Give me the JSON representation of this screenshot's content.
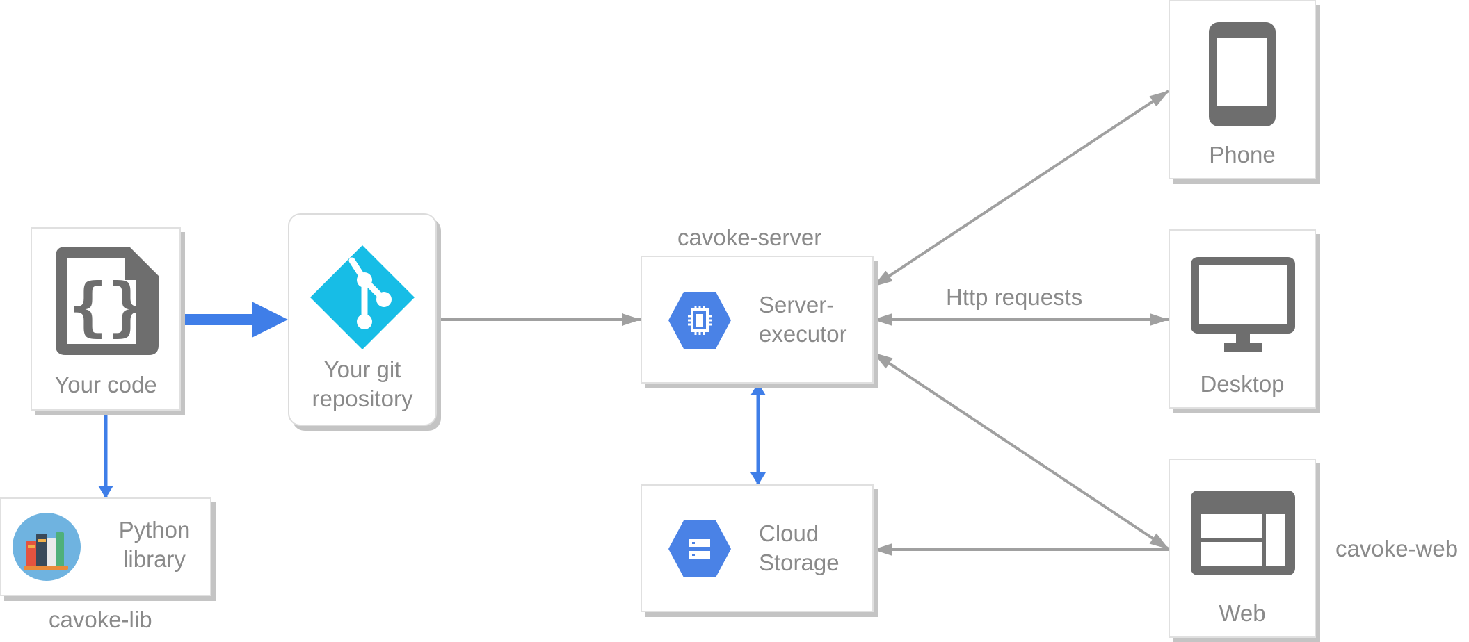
{
  "nodes": {
    "your_code": {
      "label": "Your code"
    },
    "git_repo": {
      "label_line1": "Your git",
      "label_line2": "repository"
    },
    "python_library": {
      "label_line1": "Python",
      "label_line2": "library"
    },
    "server_executor": {
      "label_line1": "Server-",
      "label_line2": "executor"
    },
    "cloud_storage": {
      "label_line1": "Cloud",
      "label_line2": "Storage"
    },
    "phone": {
      "label": "Phone"
    },
    "desktop": {
      "label": "Desktop"
    },
    "web": {
      "label": "Web"
    }
  },
  "group_labels": {
    "server": "cavoke-server",
    "lib": "cavoke-lib",
    "web": "cavoke-web"
  },
  "edge_labels": {
    "http": "Http requests"
  },
  "colors": {
    "accent_blue": "#3f7ee8",
    "arrow_gray": "#a0a0a0",
    "icon_gray": "#6e6e6e",
    "git_cyan": "#17bde6",
    "gcp_blue": "#4a82e6"
  },
  "icons": {
    "your_code": "code-file-icon",
    "git_repo": "git-icon",
    "python_library": "books-icon",
    "server_executor": "compute-engine-icon",
    "cloud_storage": "cloud-storage-icon",
    "phone": "phone-icon",
    "desktop": "monitor-icon",
    "web": "web-layout-icon"
  }
}
